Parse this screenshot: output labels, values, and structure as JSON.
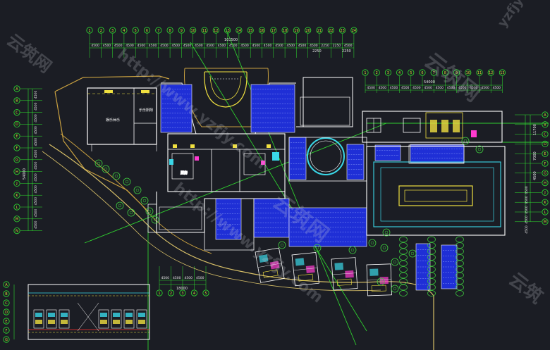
{
  "labels": {
    "dim_top_total": "103500",
    "dim_top_sub_a": "2250",
    "dim_top_sub_b": "2250",
    "dim_right_top": "54000",
    "dim_bottom_total": "18000",
    "dim_right_v1": "11700",
    "dim_right_v2": "7000",
    "dim_right_v3": "4500",
    "room_entertainment": "娱乐休乐",
    "room_small": "乐乐阳阳",
    "room_kitchen": "厨房",
    "watermark_url": "http://www.yzfjy.com",
    "watermark_brand": "云筑网",
    "watermark_side": "云筑",
    "watermark_left": "云筑网",
    "watermark_corner": "yzfjy"
  },
  "top_grid": [
    "1",
    "2",
    "3",
    "4",
    "5",
    "6",
    "7",
    "8",
    "9",
    "10",
    "11",
    "12",
    "13",
    "14",
    "15",
    "16",
    "17",
    "18",
    "19",
    "20",
    "21",
    "22",
    "23",
    "24"
  ],
  "top_dims": [
    "4500",
    "4500",
    "4500",
    "4500",
    "4500",
    "4500",
    "4500",
    "4500",
    "4500",
    "4500",
    "4500",
    "4500",
    "4500",
    "4500",
    "4500",
    "4500",
    "4500",
    "4500",
    "4500",
    "4500",
    "2250",
    "2250",
    "4500"
  ],
  "right_top_grid": [
    "1",
    "2",
    "3",
    "4",
    "5",
    "6",
    "7",
    "8",
    "9",
    "10",
    "11",
    "12",
    "13"
  ],
  "right_top_dims": [
    "4500",
    "4500",
    "4500",
    "4500",
    "4500",
    "4500",
    "4500",
    "4500",
    "4500",
    "4500",
    "4500",
    "4500"
  ],
  "left_grid": [
    "A",
    "B",
    "C",
    "D",
    "E",
    "F",
    "G",
    "H",
    "J",
    "K",
    "L",
    "M",
    "N"
  ],
  "left_dims": [
    "4500",
    "4500",
    "4500",
    "4500",
    "4500",
    "4500",
    "4500",
    "4500",
    "4500",
    "4500",
    "4500",
    "4500"
  ],
  "left_total": "54000",
  "right_grid": [
    "A",
    "B",
    "C",
    "D",
    "E",
    "F",
    "G",
    "H",
    "J",
    "K",
    "L",
    "M"
  ],
  "right_dims": [
    "4500",
    "4500",
    "4500",
    "4500",
    "4500"
  ],
  "bottom_grid": [
    "1",
    "2",
    "3",
    "4",
    "5"
  ],
  "bottom_dims": [
    "4500",
    "4500",
    "4500",
    "4500"
  ],
  "detail_grid": [
    "A",
    "B",
    "C",
    "D",
    "E",
    "F",
    "G"
  ],
  "colors": {
    "background": "#1b1d24",
    "wall": "#ffffff",
    "parking_fill": "#1f2fd6",
    "road": "#c8a040",
    "axis": "#2fe02f",
    "green_line": "#2fcf2f",
    "cyan": "#3ad8e8",
    "magenta": "#ff3ad0",
    "yellow": "#f0e040",
    "red": "#ff3030",
    "tree": "#3fcf3f"
  }
}
